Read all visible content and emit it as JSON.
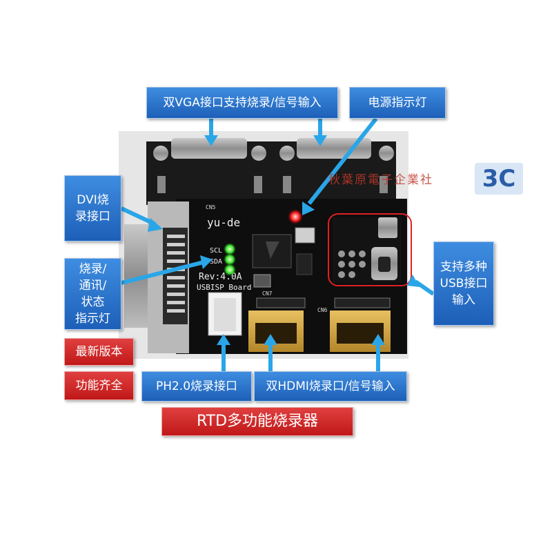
{
  "labels": {
    "dual_vga": "双VGA接口支持烧录/信号输入",
    "power_led": "电源指示灯",
    "dvi": "DVI烧\n录接口",
    "status_led": "烧录/\n通讯/\n状态\n指示灯",
    "latest_version": "最新版本",
    "full_function": "功能齐全",
    "usb": "支持多种\nUSB接口\n输入",
    "ph20": "PH2.0烧录接口",
    "dual_hdmi": "双HDMI烧录口/信号输入",
    "title": "RTD多功能烧录器"
  },
  "board": {
    "name": "yu-de",
    "rev": "Rev:4.0A",
    "board_name": "USBISP Board",
    "scl": "SCL",
    "sda": "SDA",
    "cn5": "CN5",
    "cn7": "CN7",
    "cn6": "CN6"
  },
  "watermark": {
    "text": "秋葉原電子企業社",
    "logo": "3C"
  },
  "colors": {
    "label_blue": "#2a74cc",
    "label_red": "#d42a2a",
    "arrow": "#2aa6e8",
    "pcb": "#111111",
    "led_red": "#ff2020",
    "led_green": "#33e02a",
    "highlight_box": "#e02020"
  }
}
